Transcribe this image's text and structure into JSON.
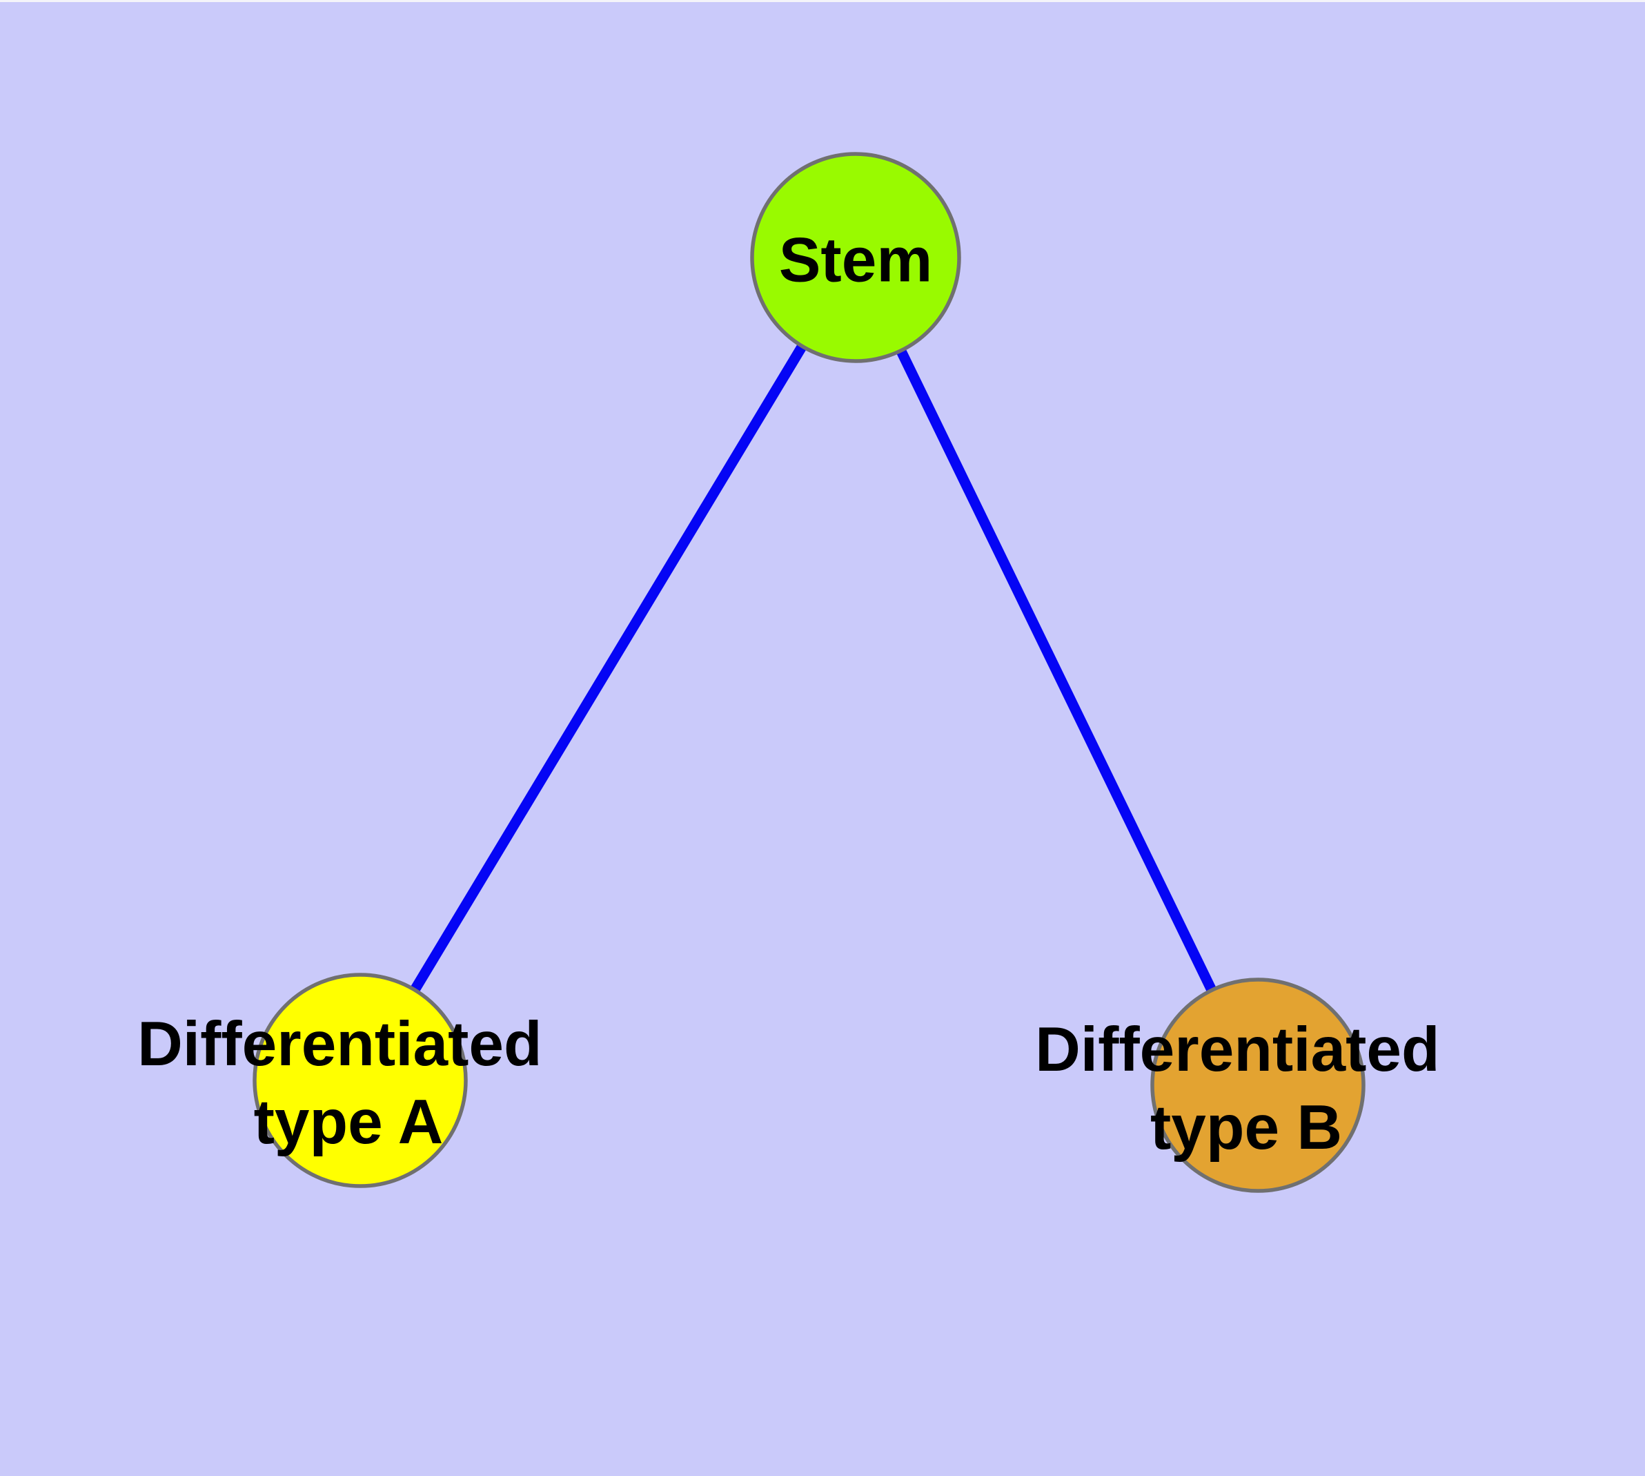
{
  "diagram": {
    "type": "node-link-graph",
    "description": "Cell differentiation graph: Stem node connected to two differentiated cell type nodes",
    "background_color": "#CACAFA",
    "edge_color": "#0505F5",
    "node_border_color": "#707070",
    "label_color": "#000000",
    "nodes": [
      {
        "id": "stem",
        "label": "Stem",
        "fill": "#99FA00"
      },
      {
        "id": "differentiated-type-a",
        "label": "Differentiated type A",
        "label_lines": [
          "Differentiated",
          "type A"
        ],
        "fill": "#FFFF00"
      },
      {
        "id": "differentiated-type-b",
        "label": "Differentiated type B",
        "label_lines": [
          "Differentiated",
          "type B"
        ],
        "fill": "#E3A331"
      }
    ],
    "edges": [
      {
        "from": "Stem",
        "to": "Differentiated type A"
      },
      {
        "from": "Stem",
        "to": "Differentiated type B"
      }
    ]
  }
}
